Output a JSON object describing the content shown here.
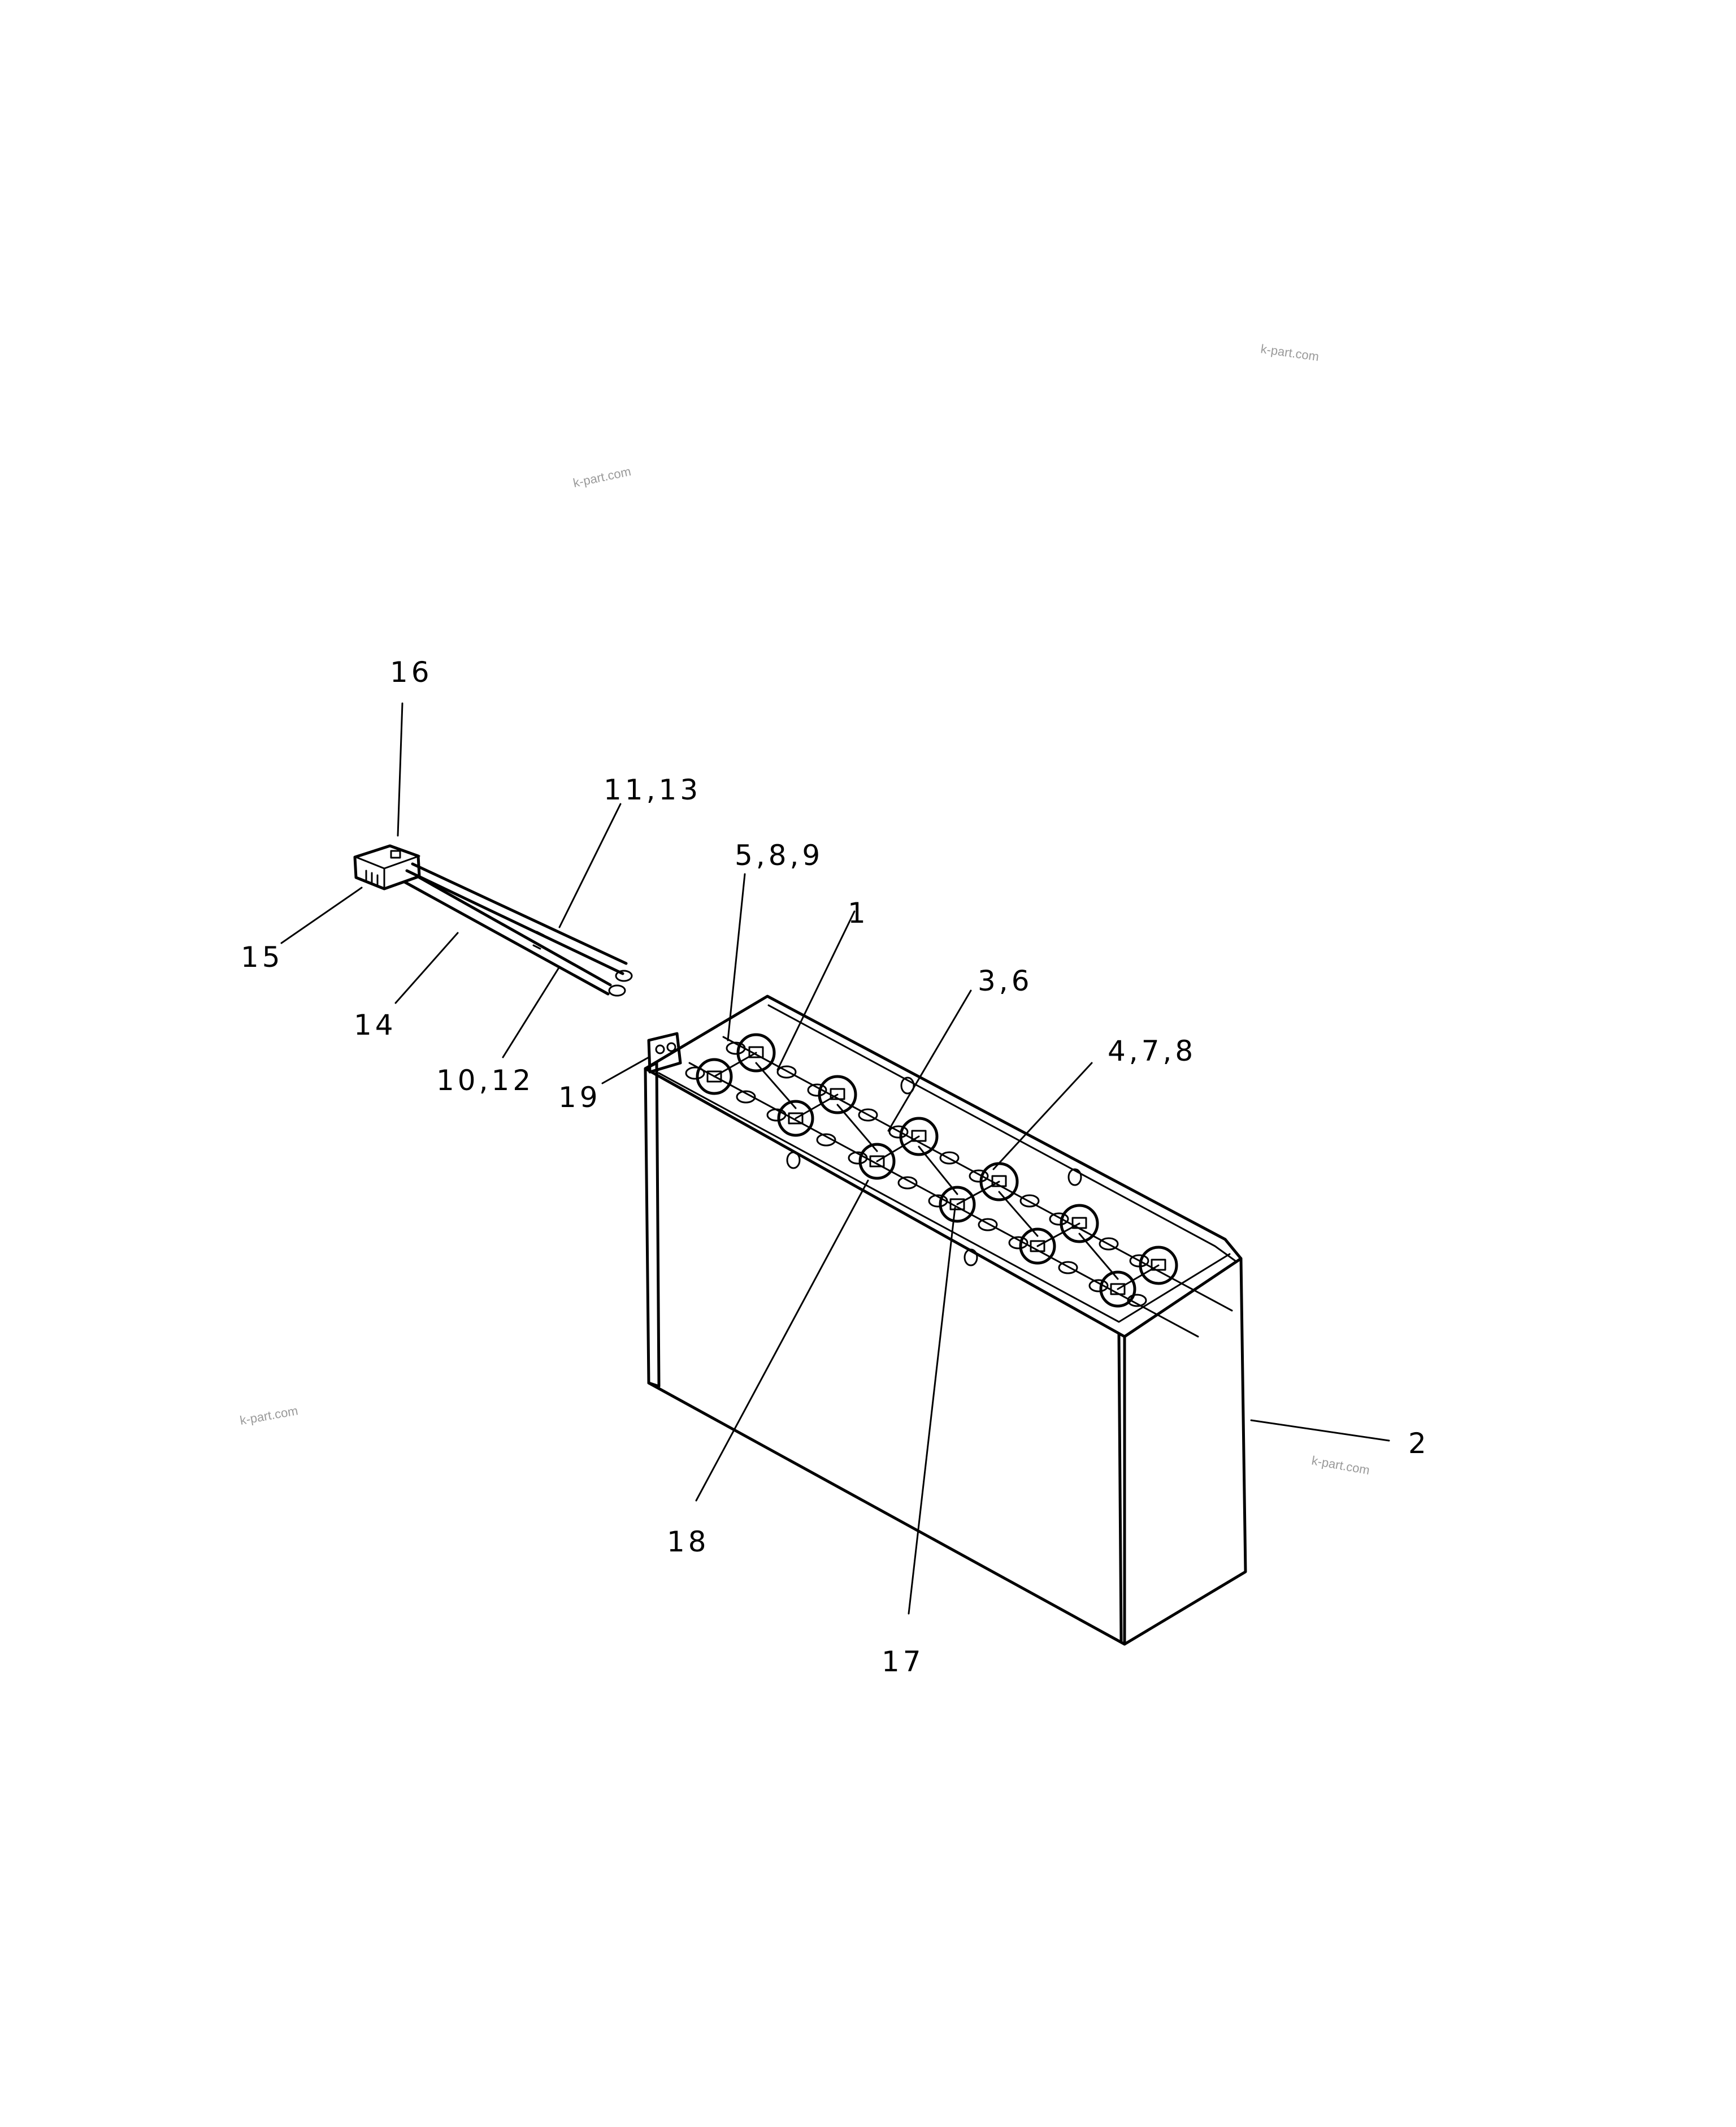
{
  "callouts": {
    "c16": "16",
    "c11_13": "11,13",
    "c15": "15",
    "c14": "14",
    "c10_12": "10,12",
    "c19": "19",
    "c5_8_9": "5,8,9",
    "c1": "1",
    "c3_6": "3,6",
    "c4_7_8": "4,7,8",
    "c2": "2",
    "c18": "18",
    "c17": "17"
  },
  "watermarks": {
    "w1": "k-part.com",
    "w2": "k-part.com",
    "w3": "k-part.com",
    "w4": "k-part.com"
  }
}
